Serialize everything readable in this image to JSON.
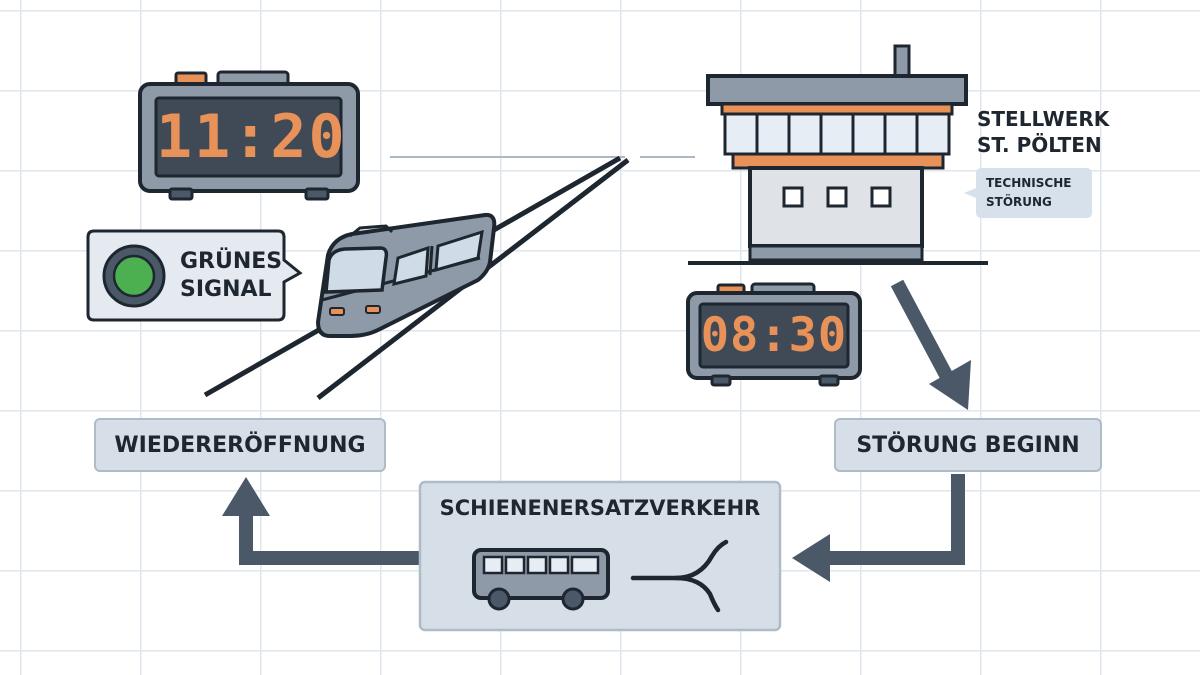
{
  "clocks": {
    "reopen_time": "11:20",
    "disruption_time": "08:30"
  },
  "signal": {
    "line1": "GRÜNES",
    "line2": "SIGNAL"
  },
  "station": {
    "line1": "STELLWERK",
    "line2": "ST. PÖLTEN"
  },
  "note": {
    "line1": "TECHNISCHE",
    "line2": "STÖRUNG"
  },
  "steps": {
    "start": "STÖRUNG BEGINN",
    "replacement": "SCHIENENERSATZVERKEHR",
    "end": "WIEDERERÖFFNUNG"
  },
  "colors": {
    "dark": "#4a5868",
    "clock_digits": "#e8925a",
    "clock_screen": "#3f4a56",
    "accent_orange": "#e8925a",
    "signal_green": "#4caf50",
    "label_fill": "#d6dee7",
    "arrow": "#4a5868"
  },
  "icons": [
    "digital-clock-icon",
    "train-icon",
    "signal-light-icon",
    "signal-box-building-icon",
    "bus-icon",
    "fork-icon",
    "arrow-icon"
  ]
}
